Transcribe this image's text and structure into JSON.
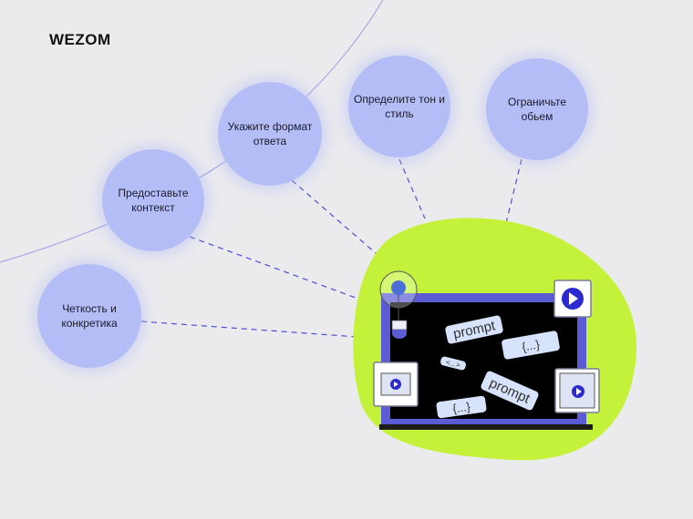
{
  "logo": "WEZOM",
  "bubbles": [
    {
      "label": "Четкость и конкретика"
    },
    {
      "label": "Предоставьте контекст"
    },
    {
      "label": "Укажите формат ответа"
    },
    {
      "label": "Определите тон и стиль"
    },
    {
      "label": "Ограничьте обьем"
    }
  ],
  "screen": {
    "tags": [
      "prompt",
      "{...}",
      "<...>",
      "prompt",
      "{...}"
    ]
  },
  "colors": {
    "bubble": "#b4bdf6",
    "blob": "#c4f23a",
    "frame": "#5b5bd6",
    "background": "#ebebee"
  }
}
